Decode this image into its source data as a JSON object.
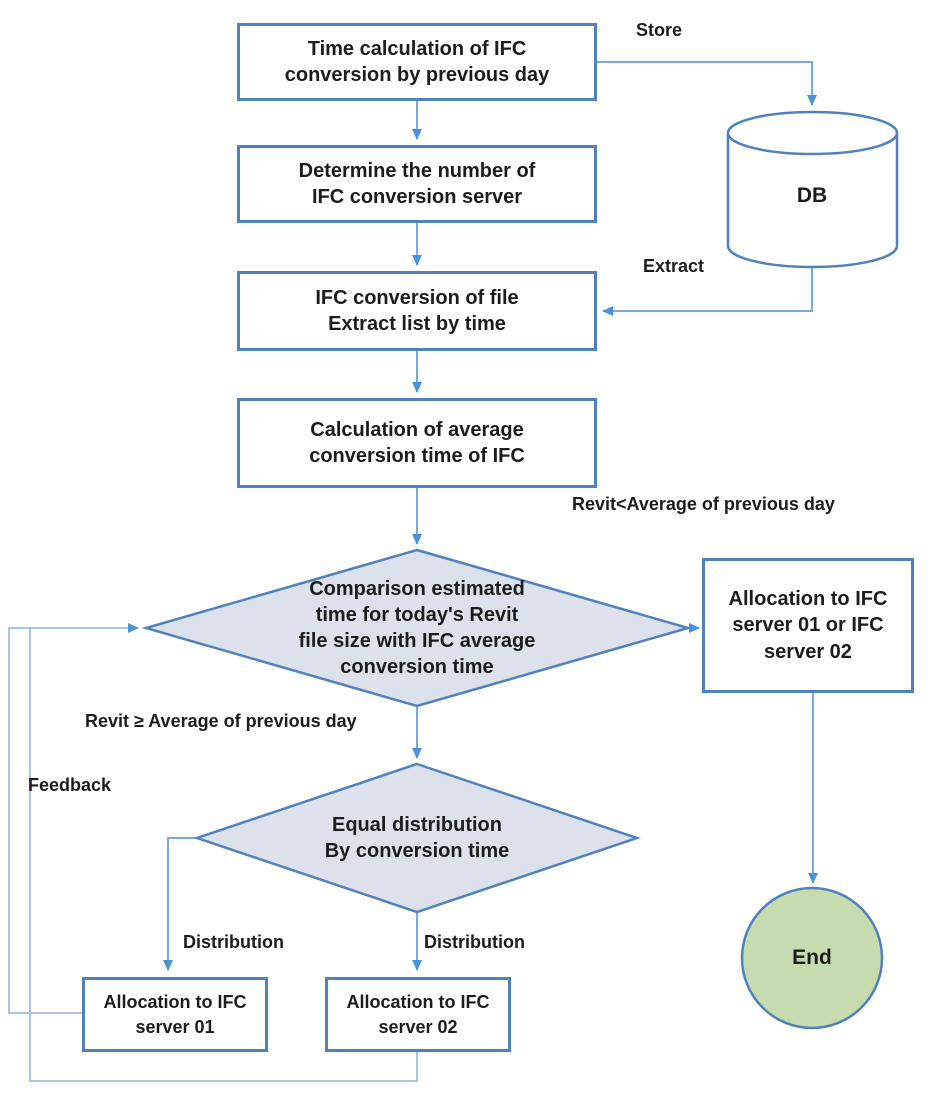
{
  "title": "IFC conversion server allocation flowchart",
  "colors": {
    "shape_border": "#4f81bd",
    "connector_line": "#7BA9DC",
    "feedback_line": "#A7C6E6",
    "arrowhead": "#4a94d6",
    "decision_fill": "#DCE1EB",
    "end_fill": "#C7DBB0",
    "db_fill": "#FFFFFF",
    "text": "#1c1c1c"
  },
  "nodes": {
    "time_calc": "Time calculation of IFC\nconversion by previous day",
    "determine_number": "Determine the number of\nIFC conversion server",
    "ifc_conversion_file": "IFC conversion of file\nExtract list by time",
    "calc_average": "Calculation of average\nconversion time of IFC",
    "comparison_decision": "Comparison estimated\ntime for today's Revit\nfile size with IFC average\nconversion time",
    "allocation_either": "Allocation to IFC\nserver 01 or IFC\nserver 02",
    "equal_distribution_decision": "Equal distribution\nBy conversion time",
    "allocation_server01": "Allocation to IFC\nserver 01",
    "allocation_server02": "Allocation to IFC\nserver 02",
    "db": "DB",
    "end": "End"
  },
  "edge_labels": {
    "store": "Store",
    "extract": "Extract",
    "revit_less": "Revit<Average of previous day",
    "revit_greater_equal": "Revit ≥ Average of previous day",
    "feedback": "Feedback",
    "distribution_left": "Distribution",
    "distribution_right": "Distribution"
  }
}
